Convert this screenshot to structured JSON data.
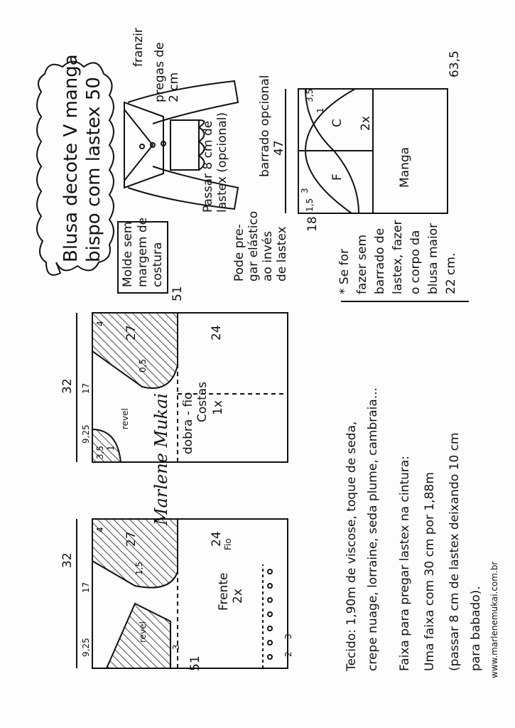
{
  "title": {
    "line1": "Blusa decote V manga",
    "line2": "bispo com lastex 50"
  },
  "margin_note": [
    "Molde sem",
    "margem de",
    "costura"
  ],
  "illustration": {
    "pleats": "pregas de",
    "pleats2": "2 cm",
    "gather": "franzir",
    "hem": "barrado opcional",
    "lastex": [
      "Passar 8 cm de",
      "lastex (opcional)"
    ],
    "elastic": [
      "Pode pre-",
      "gar elástico",
      "ao invés",
      "de lastex"
    ]
  },
  "sleeve": {
    "width": "47",
    "length": "63,5",
    "cuff": "18",
    "d1": "3,5",
    "d2": "1",
    "d3": "3",
    "d4": "1,5",
    "label_c": "C",
    "label_f": "F",
    "name": "Manga",
    "qty": "2x"
  },
  "back": {
    "length": "51",
    "upper": "27",
    "lower": "24",
    "width": "32",
    "neck": "9,25",
    "shoulder": "17",
    "d1": "4",
    "d2": "0,5",
    "d3": "3,5",
    "d4": "1",
    "facing": "revel",
    "name": "Costas",
    "qty": "1x",
    "fold": "dobra - fio"
  },
  "front": {
    "length": "51",
    "upper": "27",
    "lower": "24",
    "width": "32",
    "neck": "9,25",
    "shoulder": "17",
    "d1": "4",
    "d2": "1,5",
    "d3": "3",
    "d4": "3",
    "d5": "2",
    "facing": "revel",
    "name": "Frente",
    "qty": "2x",
    "grain": "Fio"
  },
  "note": [
    "* Se for",
    "fazer sem",
    "barrado de",
    "lastex, fazer",
    "o corpo da",
    "blusa maior",
    "22 cm."
  ],
  "instructions": [
    "Tecido: 1,90m de viscose, toque de seda,",
    "crepe nuage, lorraine, seda plume, cambraia...",
    "Faixa para pregar lastex na cintura:",
    "Uma faixa com 30 cm por 1,88m",
    "(passar 8 cm de lastex deixando 10 cm",
    "para babado)."
  ],
  "signature": "Marlene Mukai",
  "website": "www.marlenemukai.com.br"
}
